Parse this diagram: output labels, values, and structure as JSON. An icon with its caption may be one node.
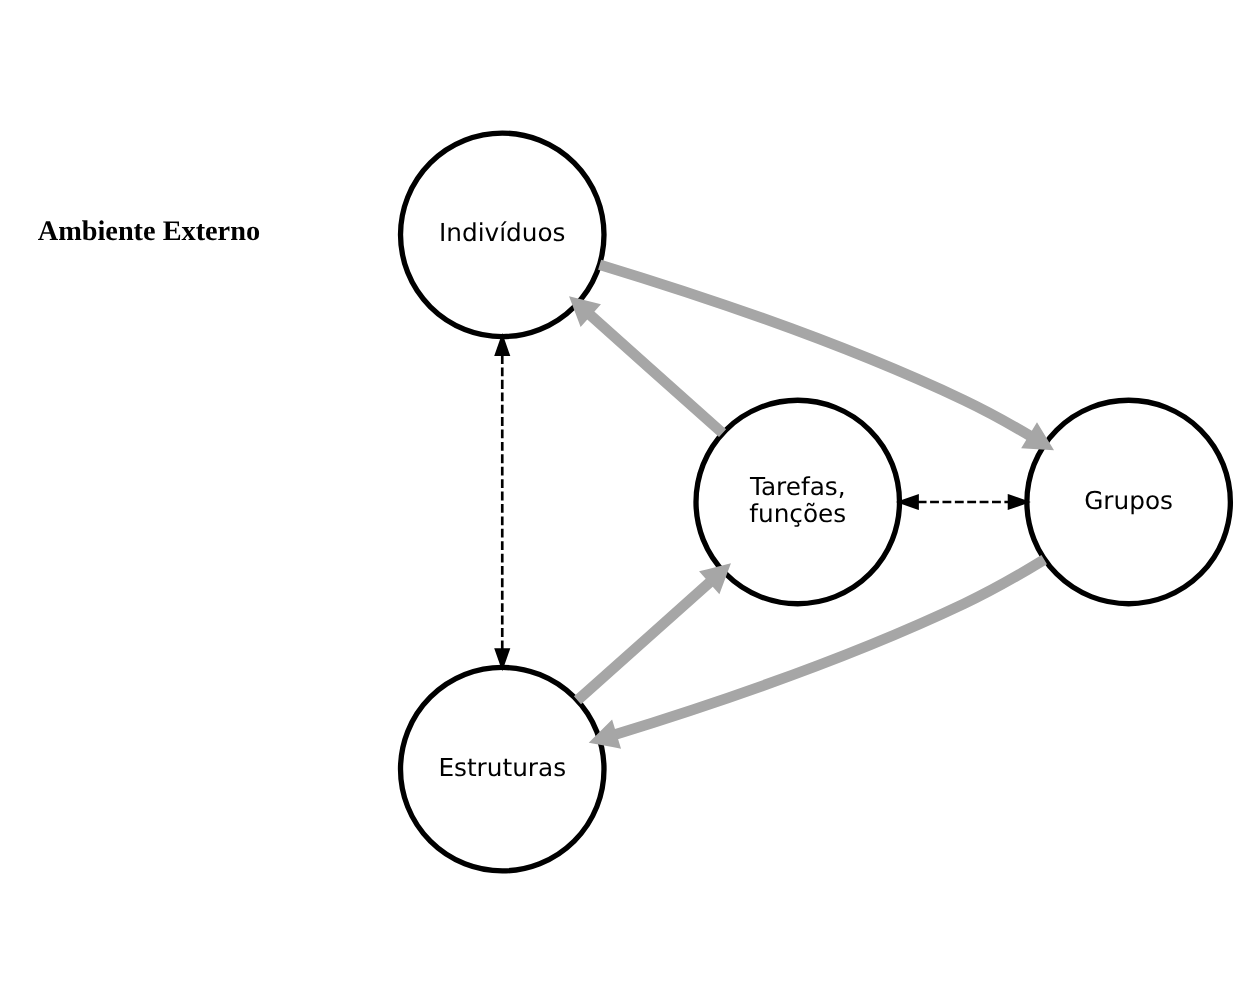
{
  "diagram": {
    "nodes": [
      {
        "text": [
          "Indivíduos"
        ]
      },
      {
        "text": [
          "Tarefas, funções"
        ]
      },
      {
        "text": [
          "Grupos"
        ]
      },
      {
        "text": [
          "Estruturas"
        ]
      }
    ],
    "edges": [
      {
        "from": 0,
        "to": 2,
        "arrow": "to"
      },
      {
        "from": 2,
        "to": 3,
        "arrow": "to"
      },
      {
        "from": 3,
        "to": 1,
        "arrow": "to"
      },
      {
        "from": 1,
        "to": 0,
        "arrow": "to"
      },
      {
        "from": 0,
        "to": 3,
        "arrow": "both",
        "style": "dashed",
        "color": "#000000"
      },
      {
        "from": 1,
        "to": 2,
        "arrow": "both",
        "style": "dashed",
        "color": "#000000"
      }
    ],
    "labels": [
      "Ambiente Externo"
    ]
  }
}
